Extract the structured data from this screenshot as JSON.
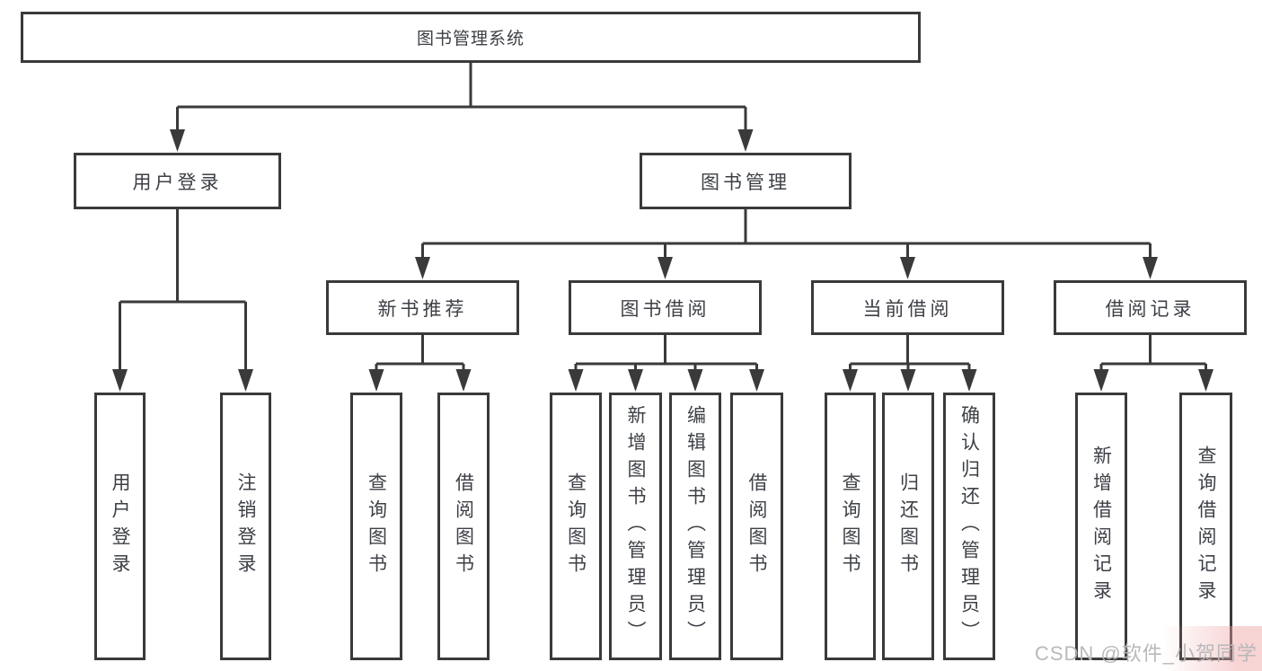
{
  "tree": {
    "label": "图书管理系统",
    "children": [
      {
        "label": "用户登录",
        "children": [
          {
            "label": "用户登录"
          },
          {
            "label": "注销登录"
          }
        ]
      },
      {
        "label": "图书管理",
        "children": [
          {
            "label": "新书推荐",
            "children": [
              {
                "label": "查询图书"
              },
              {
                "label": "借阅图书"
              }
            ]
          },
          {
            "label": "图书借阅",
            "children": [
              {
                "label": "查询图书"
              },
              {
                "label": "新增图书（管理员）"
              },
              {
                "label": "编辑图书（管理员）"
              },
              {
                "label": "借阅图书"
              }
            ]
          },
          {
            "label": "当前借阅",
            "children": [
              {
                "label": "查询图书"
              },
              {
                "label": "归还图书"
              },
              {
                "label": "确认归还（管理员）"
              }
            ]
          },
          {
            "label": "借阅记录",
            "children": [
              {
                "label": "新增借阅记录"
              },
              {
                "label": "查询借阅记录"
              }
            ]
          }
        ]
      }
    ]
  },
  "watermark": {
    "text": "CSDN @软件_小贺同学"
  },
  "colors": {
    "line": "#3a3a3a",
    "text": "#3d4046",
    "watermark": "#b5b5b7",
    "background": "#ffffff"
  }
}
